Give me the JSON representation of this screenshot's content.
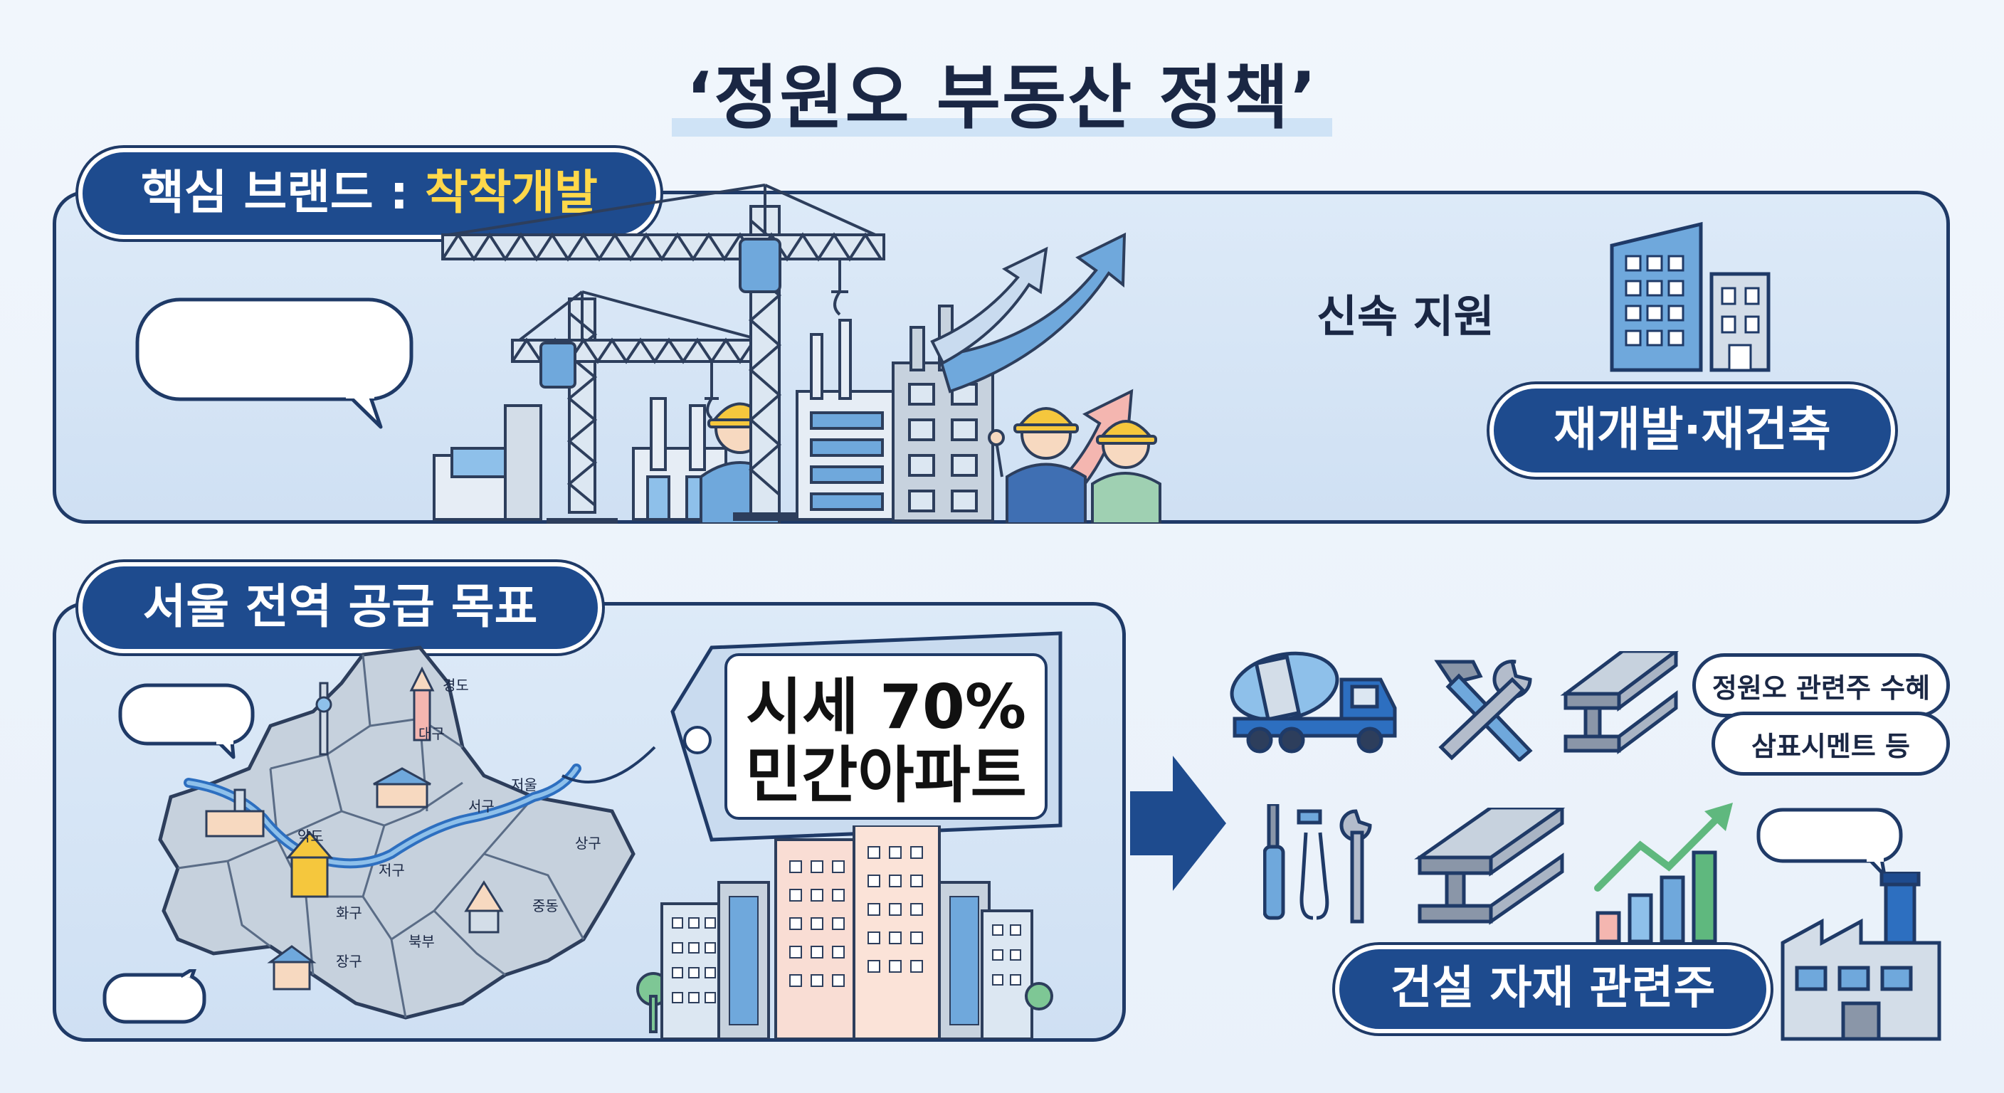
{
  "title": "‘정원오 부동산 정책’",
  "panel1": {
    "badge_prefix": "핵심 브랜드 : ",
    "badge_highlight": "착착개발",
    "support_text": "신속 지원",
    "redevelop_label": "재개발·재건축"
  },
  "panel2": {
    "badge": "서울 전역 공급 목표",
    "tag_line1": "시세 70%",
    "tag_line2": "민간아파트",
    "districts": [
      "경도",
      "대구",
      "저울",
      "서구",
      "약도",
      "저구",
      "상구",
      "화구",
      "중동",
      "북부",
      "장구"
    ]
  },
  "stocks": {
    "bubble1": "정원오 관련주 수혜",
    "bubble2": "삼표시멘트 등",
    "label": "건설 자재 관련주"
  },
  "colors": {
    "navy": "#1e4b8e",
    "outline": "#1f3a67",
    "highlight": "#ffd84a",
    "light_blue": "#6fa8dc",
    "pink": "#f4b6b0",
    "green": "#5fb87e"
  }
}
